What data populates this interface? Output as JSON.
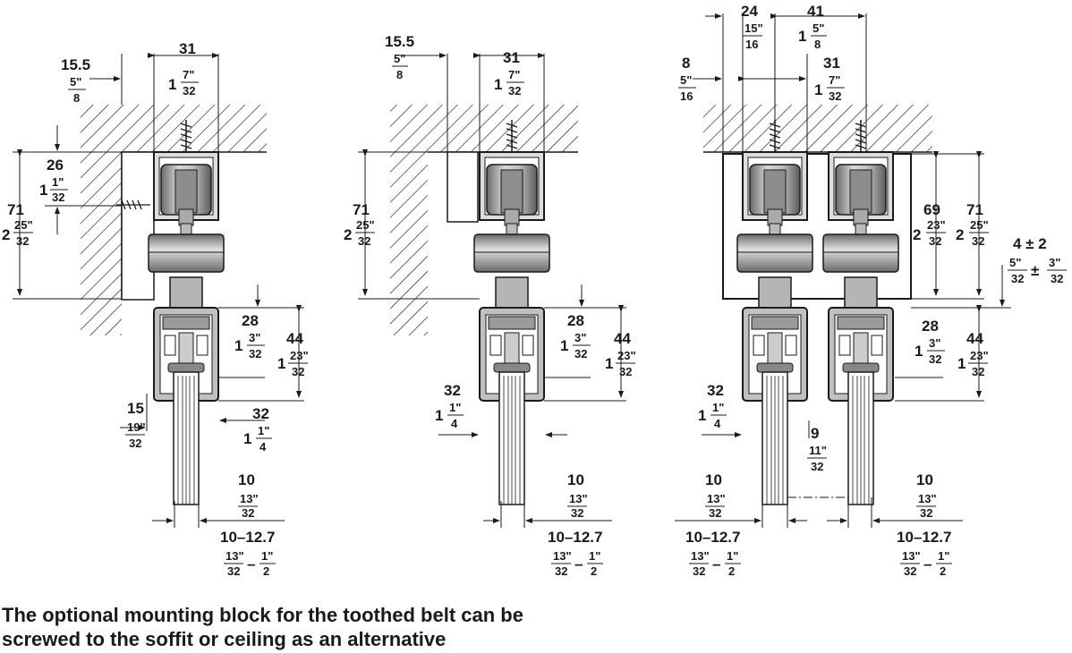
{
  "caption_line1": "The optional mounting block for the toothed belt can be",
  "caption_line2": "screwed to the soffit or ceiling as an alternative",
  "colors": {
    "ink": "#1a1a1a",
    "metal": "#9a9a9a",
    "metal_light": "#c8c8c8",
    "metal_dark": "#5a5a5a"
  },
  "labels": {
    "d15_5": "15.5",
    "f5_8_n": "5\"",
    "f5_8_d": "8",
    "d31": "31",
    "one": "1",
    "f7_32_n": "7\"",
    "f7_32_d": "32",
    "d26": "26",
    "f1_32_n": "1\"",
    "f1_32_d": "32",
    "d71": "71",
    "two": "2",
    "f25_32_n": "25\"",
    "f25_32_d": "32",
    "d28": "28",
    "f3_32_n": "3\"",
    "f3_32_d": "32",
    "d44": "44",
    "f23_32_n": "23\"",
    "f23_32_d": "32",
    "d15": "15",
    "f19_32_n": "19\"",
    "f19_32_d": "32",
    "d32": "32",
    "f1_4_n": "1\"",
    "f1_4_d": "4",
    "d10": "10",
    "f13_32_n": "13\"",
    "f13_32_d": "32",
    "d10_12_7": "10–12.7",
    "f13_32b_n": "13\"",
    "f13_32b_d": "32",
    "dash": "–",
    "f1_2_n": "1\"",
    "f1_2_d": "2",
    "d24": "24",
    "f15_16_n": "15\"",
    "f15_16_d": "16",
    "d41": "41",
    "f5_8b_n": "5\"",
    "f5_8b_d": "8",
    "d8": "8",
    "f5_16_n": "5\"",
    "f5_16_d": "16",
    "d69": "69",
    "f23_32b_n": "23\"",
    "f23_32b_d": "32",
    "d4pm2": "4 ± 2",
    "f5_32_n": "5\"",
    "f5_32_d": "32",
    "pm": "±",
    "f3_32b_n": "3\"",
    "f3_32b_d": "32",
    "d9": "9",
    "f11_32_n": "11\"",
    "f11_32_d": "32"
  }
}
